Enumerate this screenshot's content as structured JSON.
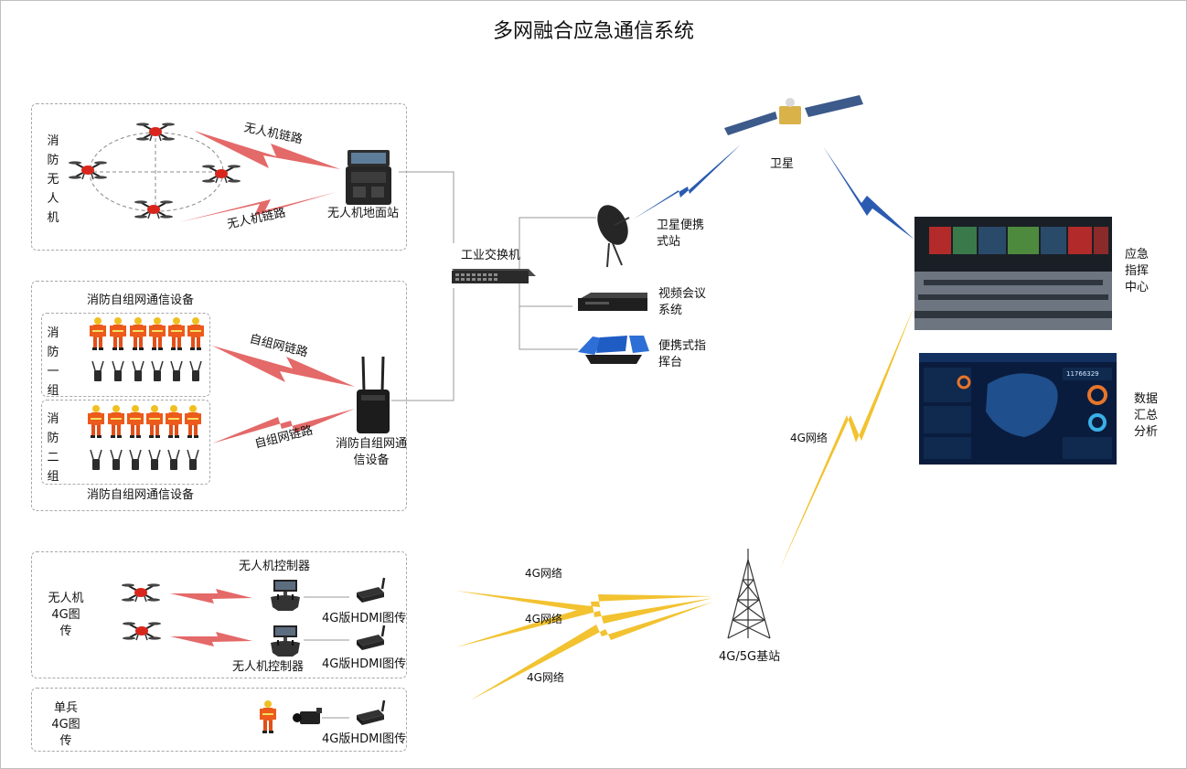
{
  "title": "多网融合应急通信系统",
  "colors": {
    "drone_link": "#e05050",
    "network_4g": "#f2c230",
    "satellite_link": "#2a5bb0",
    "connector": "#9a9a9a"
  },
  "drone_group": {
    "side_label": "消防无人机",
    "link_top": "无人机链路",
    "link_bottom": "无人机链路",
    "ground_station": "无人机地面站"
  },
  "adhoc_group": {
    "top_caption": "消防自组网通信设备",
    "bottom_caption": "消防自组网通信设备",
    "team1": "消防一组",
    "team2": "消防二组",
    "link_top": "自组网链路",
    "link_bottom": "自组网链路",
    "device": "消防自组网通信设备"
  },
  "switch": {
    "label": "工业交换机"
  },
  "satellite_station": {
    "label": "卫星便携式站"
  },
  "video_conf": {
    "label": "视频会议系统"
  },
  "portable_cmd": {
    "label": "便携式指挥台"
  },
  "satellite": {
    "label": "卫星"
  },
  "command_center": {
    "label": "应急指挥中心"
  },
  "data_analysis": {
    "label": "数据汇总分析",
    "dashboard_number": "11766329"
  },
  "net_4g_vertical": "4G网络",
  "drone_4g": {
    "side_label": "无人机4G图传",
    "controller_top": "无人机控制器",
    "controller_bottom": "无人机控制器",
    "hdmi_top": "4G版HDMI图传",
    "hdmi_bottom": "4G版HDMI图传"
  },
  "soldier_4g": {
    "side_label": "单兵4G图传",
    "hdmi": "4G版HDMI图传"
  },
  "links_4g": [
    "4G网络",
    "4G网络",
    "4G网络"
  ],
  "base_station": {
    "label": "4G/5G基站"
  }
}
